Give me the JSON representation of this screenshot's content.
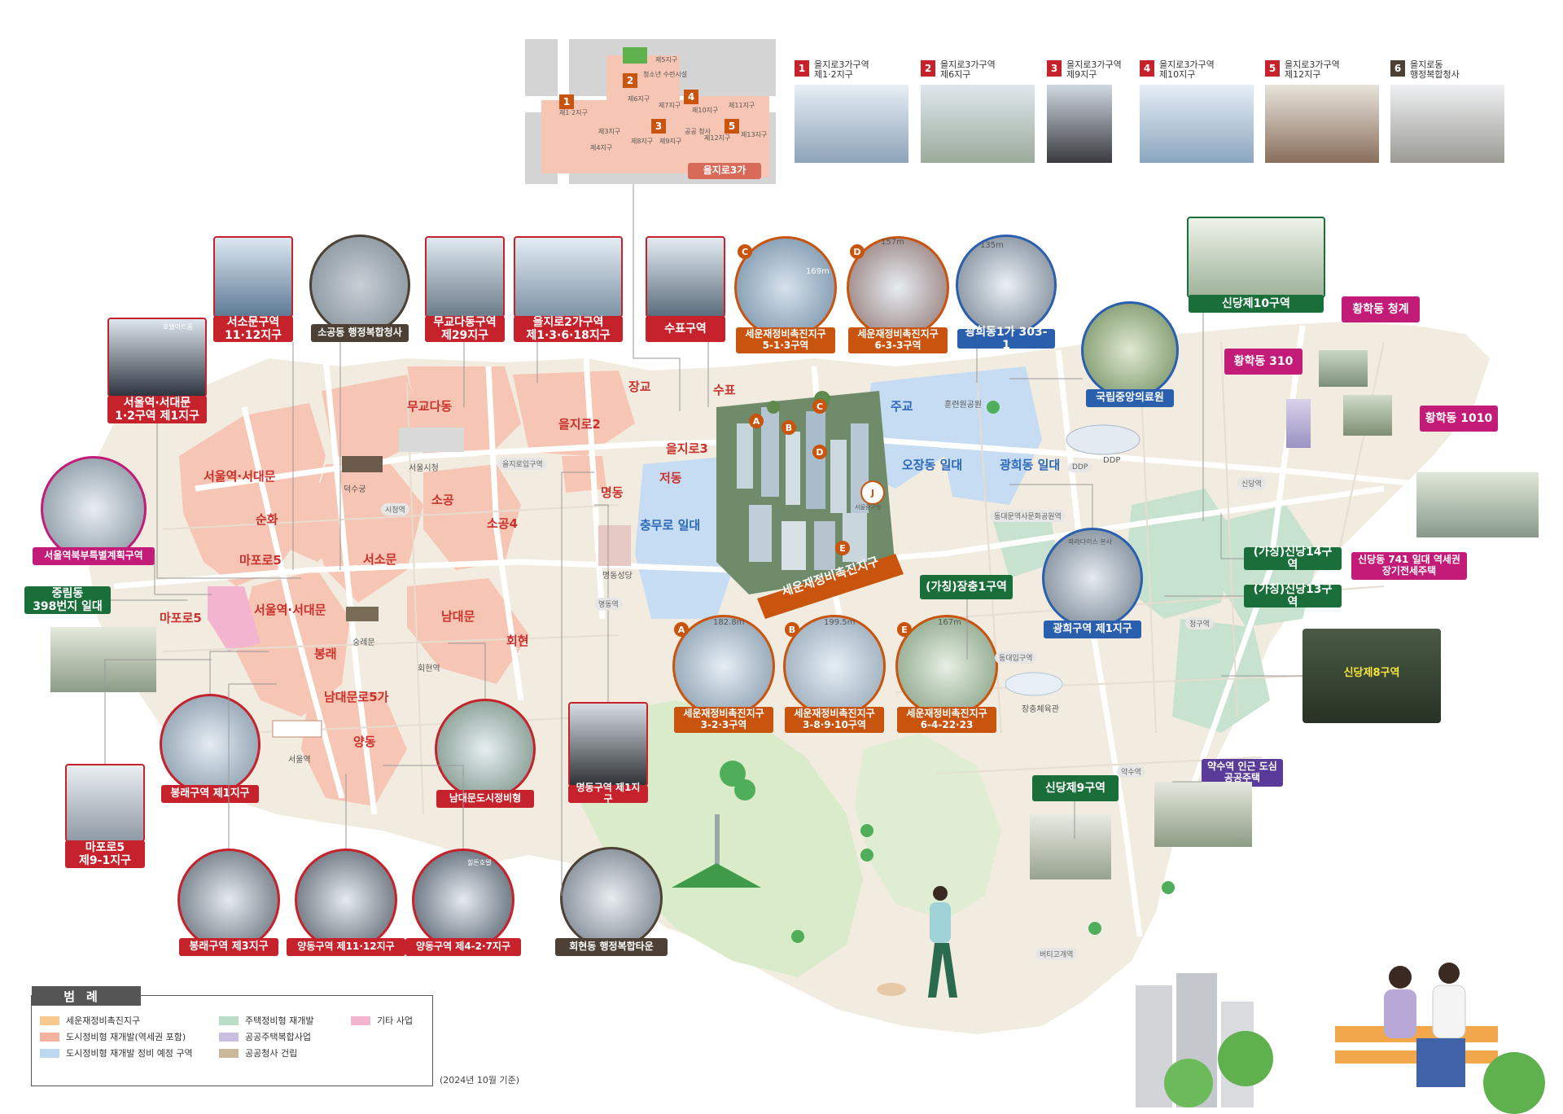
{
  "inset": {
    "labels": [
      "제1·2지구",
      "제3지구",
      "제4지구",
      "제5지구",
      "청소년 수련시설",
      "제6지구",
      "제7지구",
      "제8지구",
      "제9지구",
      "제10지구",
      "제11지구",
      "제12지구",
      "제13지구",
      "공공 청사"
    ],
    "street": "을지로3가",
    "nums": [
      "1",
      "2",
      "3",
      "4",
      "5"
    ]
  },
  "thumbs": [
    {
      "num": "1",
      "caption": "을지로3가구역\n제1·2지구"
    },
    {
      "num": "2",
      "caption": "을지로3가구역\n제6지구"
    },
    {
      "num": "3",
      "caption": "을지로3가구역\n제9지구"
    },
    {
      "num": "4",
      "caption": "을지로3가구역\n제10지구"
    },
    {
      "num": "5",
      "caption": "을지로3가구역\n제12지구"
    },
    {
      "num": "6",
      "caption": "을지로동\n행정복합청사"
    }
  ],
  "callouts": {
    "seosomun": "서소문구역\n11·12지구",
    "sogong": "소공동 행정복합청사",
    "mugyo": "무교다동구역\n제29지구",
    "euljiro2": "을지로2가구역\n제1·3·6·18지구",
    "supyo": "수표구역",
    "seoun_c": "세운재정비촉진지구\n5-1·3구역",
    "seoun_d": "세운재정비촉진지구\n6-3-3구역",
    "gwanghui": "광희동1가 303-1",
    "sindang10": "신당제10구역",
    "hwanghak_cg": "황학동 청계",
    "hwanghak310": "황학동 310",
    "hwanghak1010": "황학동 1010",
    "ncmc": "국립중앙의료원",
    "seoulstation_12": "서울역·서대문\n1·2구역 제1지구",
    "seoulstation_north": "서울역북부특별계획구역",
    "jungnim": "중림동\n398번지 일대",
    "seoun_a": "세운재정비촉진지구\n3-2·3구역",
    "seoun_b": "세운재정비촉진지구\n3-8·9·10구역",
    "seoun_e": "세운재정비촉진지구\n6-4-22·23",
    "jangchung1": "(가칭)장충1구역",
    "gwanghui_area1": "광희구역 제1지구",
    "sindang14": "(가칭)신당14구역",
    "sindang13": "(가칭)신당13구역",
    "sindang741": "신당동 741 일대 역세권\n장기전세주택",
    "sindang8": "신당제8구역",
    "sindang9": "신당제9구역",
    "yaksu": "약수역 인근 도심\n공공주택",
    "bongnae1": "봉래구역 제1지구",
    "mapo5": "마포로5\n제9-1지구",
    "bongnae3": "봉래구역 제3지구",
    "yangdong11": "양동구역 제11·12지구",
    "yangdong4": "양동구역 제4-2·7지구",
    "namdaemun": "남대문도시정비형",
    "myeongdong1": "명동구역 제1지구",
    "hoehyeon": "회현동 행정복합타운"
  },
  "seoun_main": "세운재정비촉진지구",
  "heights": {
    "a": "182.8m",
    "b": "199.5m",
    "e": "167m",
    "c": "169m",
    "d": "157m",
    "g": "135m"
  },
  "districts": {
    "mugyo": "무교다동",
    "euljiro2": "을지로2",
    "janggyo": "장교",
    "supyo": "수표",
    "euljiro3": "을지로3",
    "seoulseodaemun1": "서울역·서대문",
    "sunhwa": "순화",
    "mapo5a": "마포로5",
    "seosomun": "서소문",
    "sogong": "소공",
    "sogong4": "소공4",
    "myeongdong": "명동",
    "jeodong": "저동",
    "seoulseodaemun2": "서울역·서대문",
    "mapo5b": "마포로5",
    "namdaemun": "남대문",
    "hoehyeon": "회현",
    "bongnae": "봉래",
    "namdaemunro5": "남대문로5가",
    "yangdong": "양동",
    "chungmuro": "충무로 일대",
    "jugyo": "주교",
    "ojang": "오장동 일대",
    "gwanghuidong": "광희동 일대"
  },
  "places": {
    "cityhall": "서울시청",
    "deoksugung": "덕수궁",
    "sungnyemun": "숭례문",
    "seoulstation": "서울역",
    "cathedral": "명동성당",
    "hunryeonwon": "훈련원공원",
    "ddp": "DDP",
    "jangchunggym": "장충체육관",
    "jungguoffice": "서울중구청",
    "paradise": "파라다이스 본사",
    "hoehyeonstation": "회현역",
    "hotel": "호텔아트롬",
    "hotel2": "힐튼호텔"
  },
  "stations": {
    "euljiroip": "을지로입구역",
    "cityhall": "시청역",
    "myeongdong": "명동역",
    "hoehyeon": "회현역",
    "ddpst": "동대문역사문화공원역",
    "sindang": "신당역",
    "cheonggu": "청구역",
    "dongguk": "동대입구역",
    "yaksu": "약수역",
    "beotigogae": "버티고개역",
    "ddpbadge": "DDP"
  },
  "legend": {
    "title": "범례",
    "items": [
      {
        "label": "세운재정비촉진지구",
        "color": "#f7c98c"
      },
      {
        "label": "도시정비형 재개발(역세권 포함)",
        "color": "#f3b2a0"
      },
      {
        "label": "도시정비형 재개발 정비 예정 구역",
        "color": "#bcd8f0"
      },
      {
        "label": "주택정비형 재개발",
        "color": "#b9ddc6"
      },
      {
        "label": "공공주택복합사업",
        "color": "#c9bde0"
      },
      {
        "label": "공공청사 건립",
        "color": "#c9b99a"
      },
      {
        "label": "기타 사업",
        "color": "#f3b4cf"
      }
    ],
    "date": "(2024년 10월 기준)"
  },
  "colors": {
    "red": "#c5222b",
    "orange": "#c8540e",
    "blue": "#2a5fae",
    "green": "#1a6e3a",
    "magenta": "#c21c78",
    "brown": "#4c4134",
    "purple": "#5a3b9a"
  }
}
